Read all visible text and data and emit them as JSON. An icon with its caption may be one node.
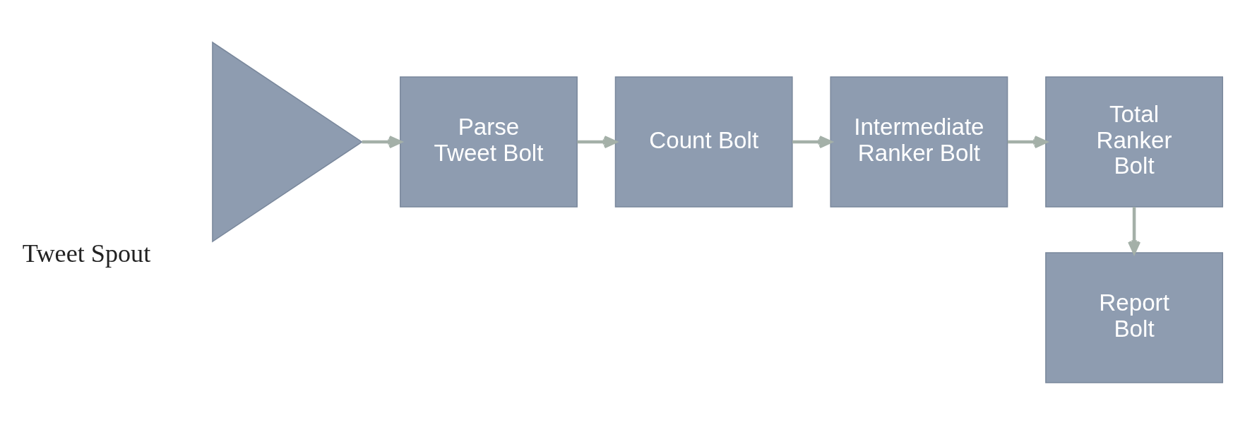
{
  "diagram": {
    "nodes": [
      {
        "text": [
          "Tweet Spout"
        ]
      },
      {
        "text": [
          "Parse Tweet Bolt"
        ]
      },
      {
        "text": [
          "Count Bolt"
        ]
      },
      {
        "text": [
          "Intermediate Ranker Bolt"
        ]
      },
      {
        "text": [
          "Total Ranker Bolt"
        ]
      },
      {
        "text": [
          "Report Bolt"
        ]
      }
    ],
    "edges": [
      {
        "from": 0,
        "to": 1,
        "arrow": "to"
      },
      {
        "from": 1,
        "to": 2,
        "arrow": "to"
      },
      {
        "from": 2,
        "to": 3,
        "arrow": "to"
      },
      {
        "from": 3,
        "to": 4,
        "arrow": "to"
      },
      {
        "from": 4,
        "to": 5,
        "arrow": "to"
      }
    ]
  }
}
